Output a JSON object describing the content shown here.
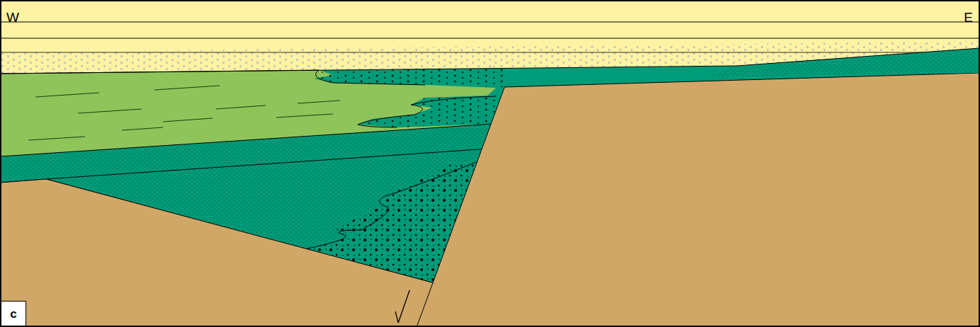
{
  "diagram": {
    "nodes": [
      {
        "text": [
          "c"
        ]
      }
    ],
    "labels": [
      "W",
      "E"
    ]
  }
}
